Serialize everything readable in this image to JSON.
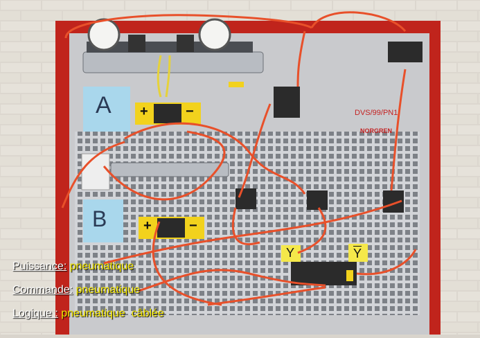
{
  "panel": {
    "section_a": "A",
    "section_b": "B",
    "plus": "+",
    "minus": "−",
    "y_label": "Y",
    "y_bar_label": "Y",
    "model_code": "DVS/99/PN1",
    "brand": "NORGREN"
  },
  "captions": [
    {
      "key": "Puissance",
      "sep": ":",
      "value": "pneumatique"
    },
    {
      "key": "Commande",
      "sep": ":",
      "value": "pneumatique"
    },
    {
      "key": "Logique",
      "sep": " :",
      "value": "pneumatique  câblée"
    }
  ],
  "colors": {
    "frame_red": "#c0241c",
    "panel_grey": "#c9cacd",
    "tube_orange": "#e8502a",
    "tube_yellow": "#e6d23a",
    "caption_key": "#ffffff",
    "caption_value": "#f5e800"
  }
}
